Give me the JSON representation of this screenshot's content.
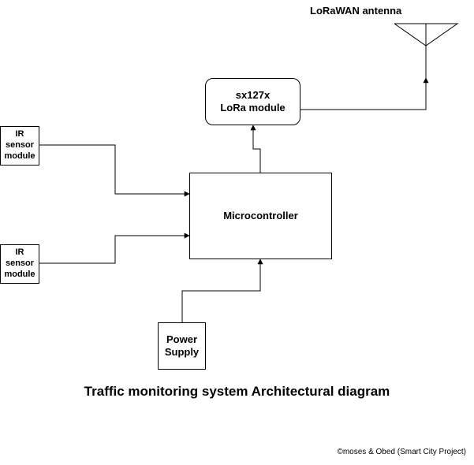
{
  "diagram": {
    "antenna_label": "LoRaWAN antenna",
    "lora_module": {
      "line1": "sx127x",
      "line2": "LoRa module"
    },
    "ir_sensor_top": {
      "line1": "IR",
      "line2": "sensor",
      "line3": "module"
    },
    "ir_sensor_bottom": {
      "line1": "IR",
      "line2": "sensor",
      "line3": "module"
    },
    "microcontroller": "Microcontroller",
    "power_supply": {
      "line1": "Power",
      "line2": "Supply"
    },
    "title": "Traffic monitoring system Architectural diagram",
    "credit": "©moses & Obed (Smart City Project)"
  }
}
